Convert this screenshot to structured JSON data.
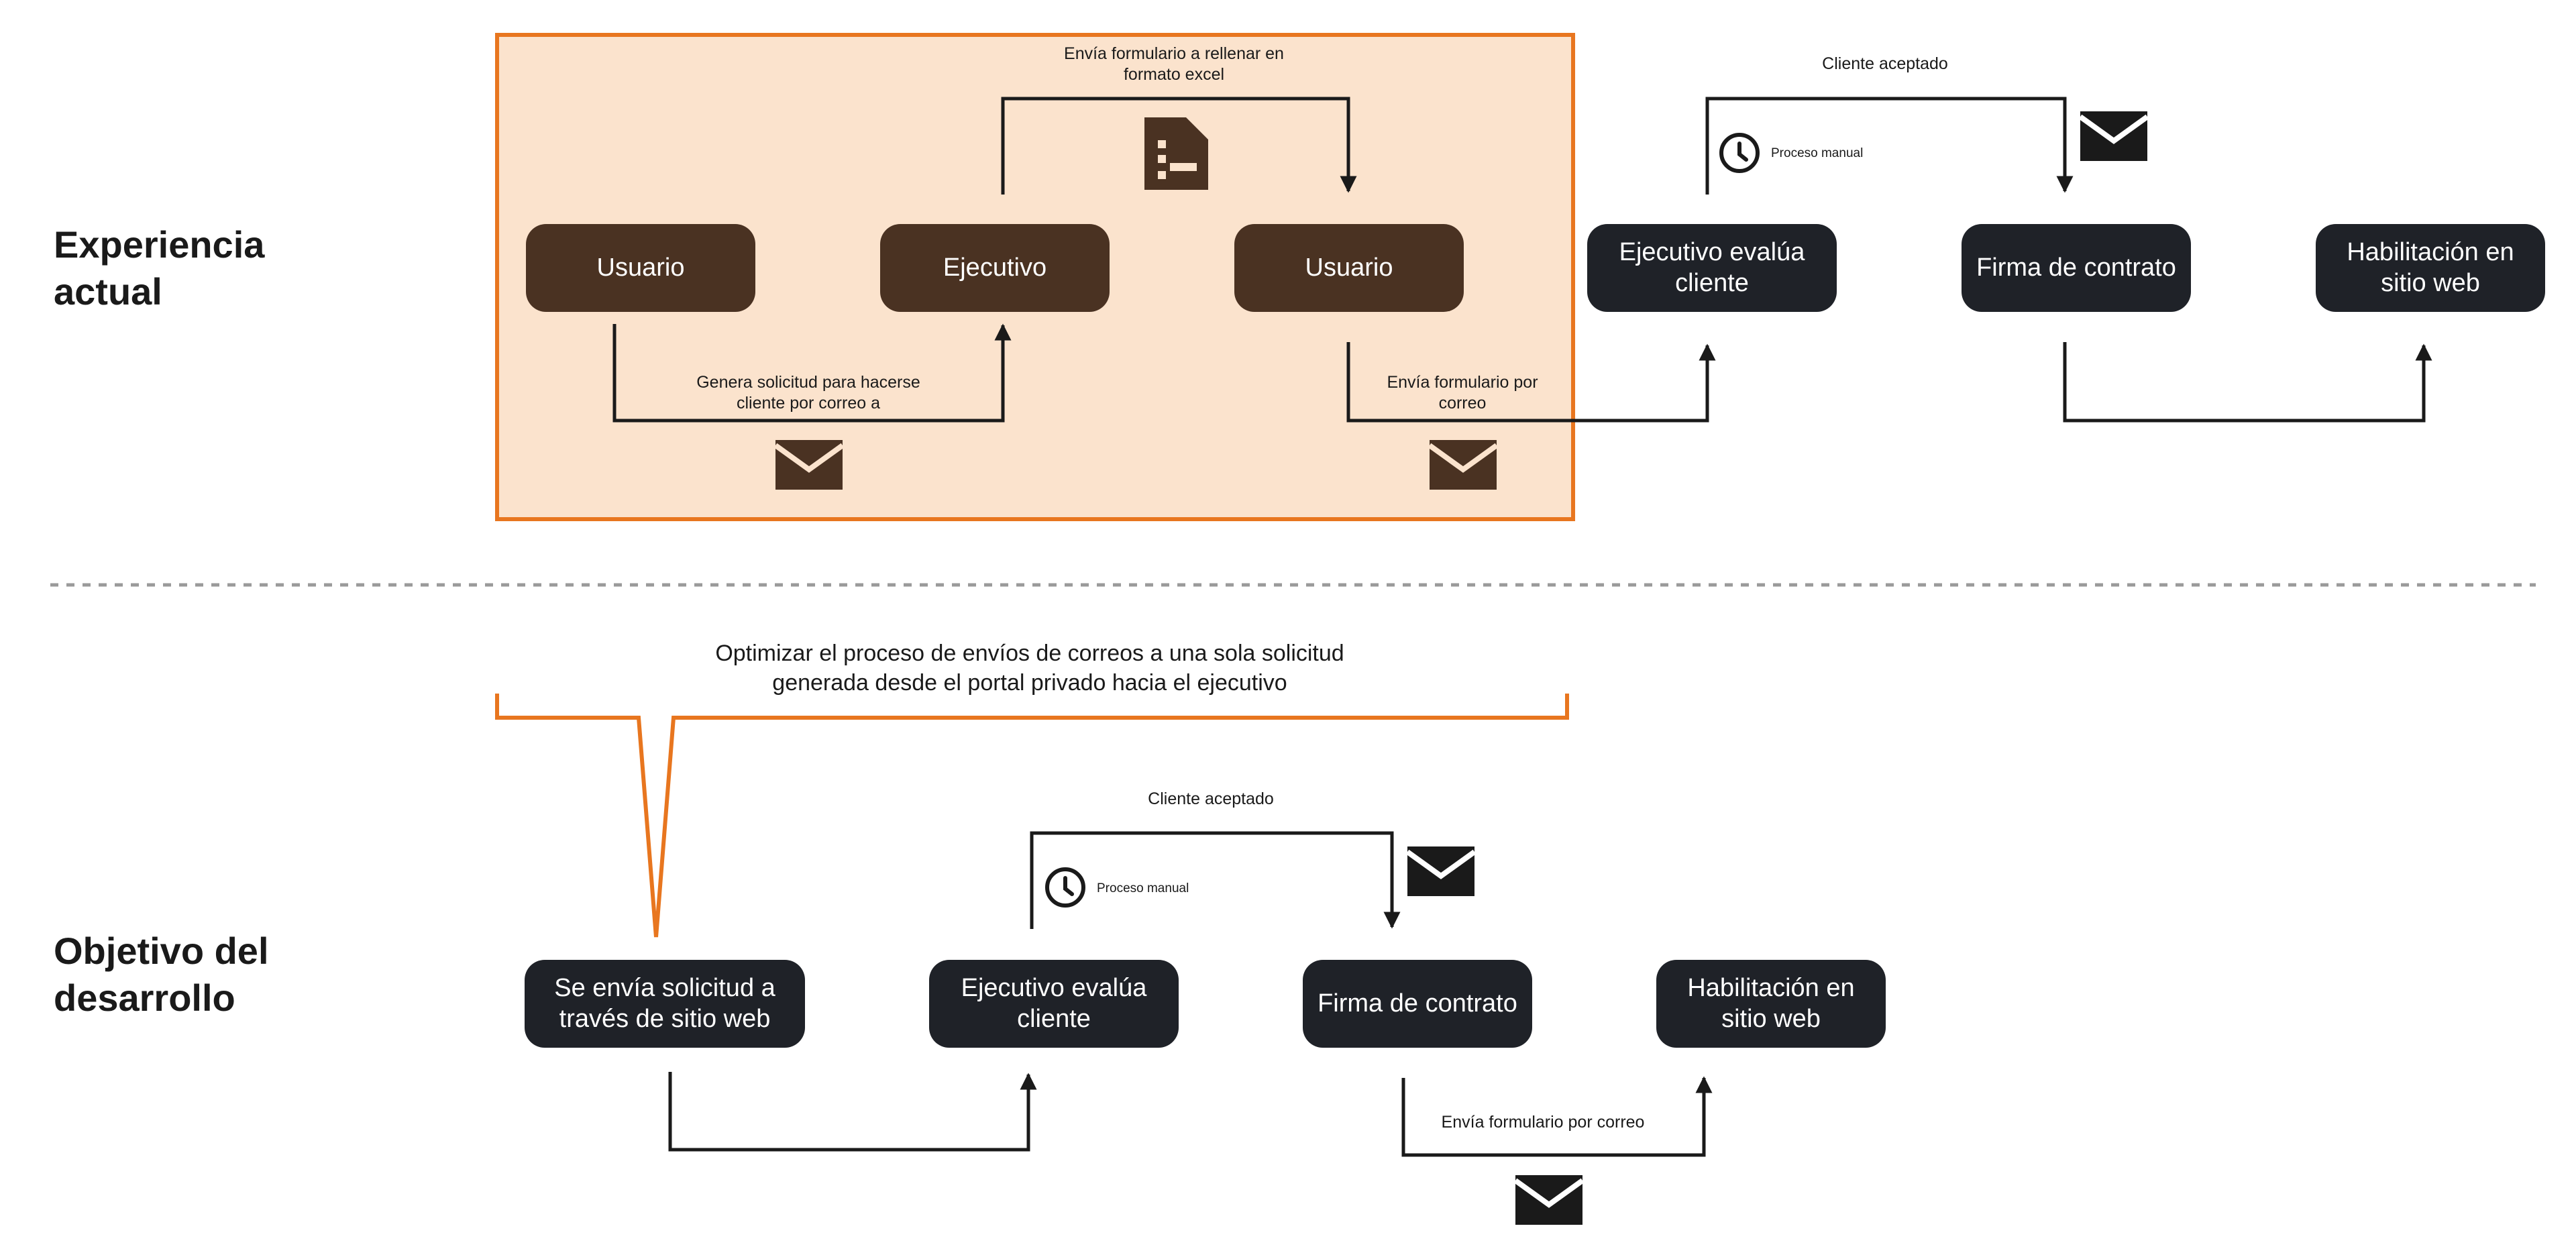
{
  "sections": {
    "current": "Experiencia actual",
    "goal": "Objetivo del desarrollo"
  },
  "current": {
    "nodes": {
      "usuario_1": "Usuario",
      "ejecutivo": "Ejecutivo",
      "usuario_2": "Usuario",
      "ejecutivo_evalua": "Ejecutivo evalúa cliente",
      "firma": "Firma de contrato",
      "habilitacion": "Habilitación en sitio web"
    },
    "labels": {
      "envia_excel": "Envía formulario a rellenar en formato excel",
      "genera_solicitud": "Genera solicitud para hacerse cliente por correo a",
      "envia_formulario": "Envía formulario por correo",
      "cliente_aceptado": "Cliente aceptado",
      "proceso_manual": "Proceso manual"
    }
  },
  "goal": {
    "banner": "Optimizar el proceso de envíos de correos a una sola solicitud generada desde el portal privado hacia el ejecutivo",
    "nodes": {
      "solicitud_web": "Se envía solicitud a través de sitio web",
      "ejecutivo_evalua": "Ejecutivo evalúa cliente",
      "firma": "Firma de contrato",
      "habilitacion": "Habilitación en sitio web"
    },
    "labels": {
      "cliente_aceptado": "Cliente aceptado",
      "proceso_manual": "Proceso manual",
      "envia_formulario": "Envía formulario por correo"
    }
  },
  "icons": {
    "mail": "envelope-icon",
    "clock": "clock-icon",
    "document": "document-icon"
  },
  "colors": {
    "highlight_border": "#e8761f",
    "highlight_fill": "#fbe3cd",
    "brown_node": "#4a3222",
    "dark_node": "#1f2228",
    "line": "#1a1a1a"
  }
}
